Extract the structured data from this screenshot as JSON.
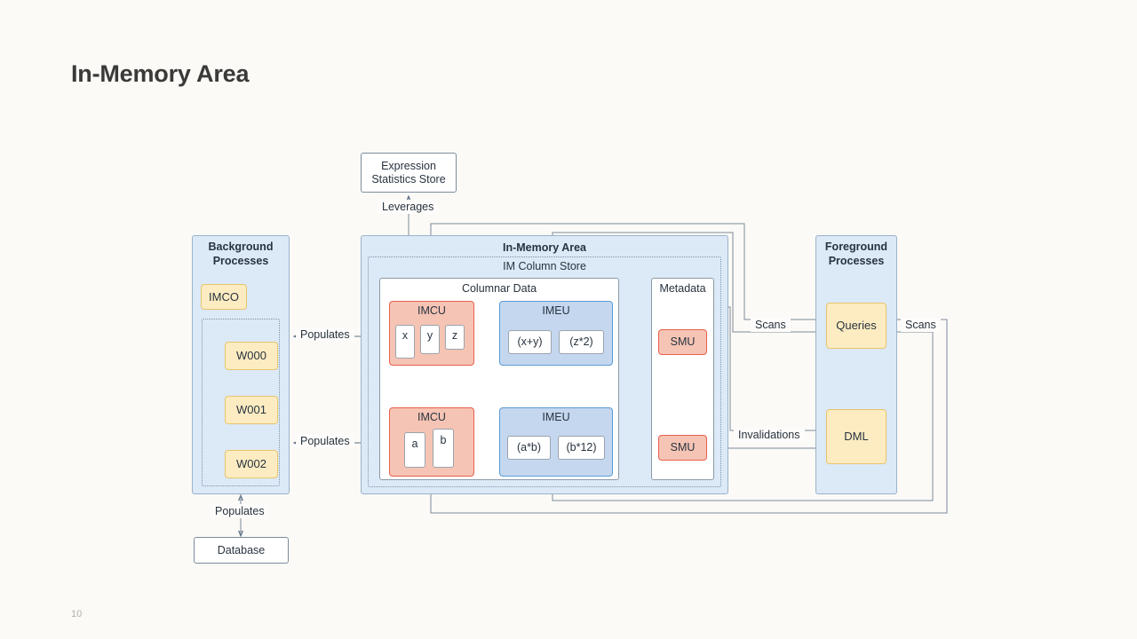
{
  "slide": {
    "title": "In-Memory Area",
    "page_number": "10",
    "background_color": "#fbfaf7"
  },
  "diagram": {
    "expression_statistics_store": {
      "label": "Expression\nStatistics Store",
      "line1": "Expression",
      "line2": "Statistics Store"
    },
    "background_processes": {
      "title_line1": "Background",
      "title_line2": "Processes",
      "coordinator": "IMCO",
      "workers": [
        "W000",
        "W001",
        "W002"
      ]
    },
    "in_memory_area": {
      "title": "In-Memory Area",
      "im_column_store": "IM Column Store",
      "columnar_data": "Columnar Data",
      "metadata": "Metadata",
      "units": [
        {
          "imcu_label": "IMCU",
          "imcu_columns": [
            "x",
            "y",
            "z"
          ],
          "imeu_label": "IMEU",
          "imeu_expressions": [
            "(x+y)",
            "(z*2)"
          ],
          "smu_label": "SMU"
        },
        {
          "imcu_label": "IMCU",
          "imcu_columns": [
            "a",
            "b"
          ],
          "imeu_label": "IMEU",
          "imeu_expressions": [
            "(a*b)",
            "(b*12)"
          ],
          "smu_label": "SMU"
        }
      ]
    },
    "foreground_processes": {
      "title_line1": "Foreground",
      "title_line2": "Processes",
      "items": [
        "Queries",
        "DML"
      ]
    },
    "database": {
      "label": "Database"
    },
    "edge_labels": {
      "leverages": "Leverages",
      "populates_top": "Populates",
      "populates_bottom": "Populates",
      "populates_database": "Populates",
      "scans_left": "Scans",
      "scans_right": "Scans",
      "invalidations": "Invalidations"
    },
    "colors": {
      "group_fill": "#dce9f7",
      "group_stroke": "#9bb2c9",
      "yellow_fill": "#fdecc2",
      "yellow_stroke": "#e8c56b",
      "salmon_fill": "#f6c4b4",
      "salmon_stroke": "#e8604c",
      "blue_fill": "#c4d7ef",
      "blue_stroke": "#5b9bd5",
      "connector": "#5f7183",
      "text": "#28333f"
    }
  }
}
